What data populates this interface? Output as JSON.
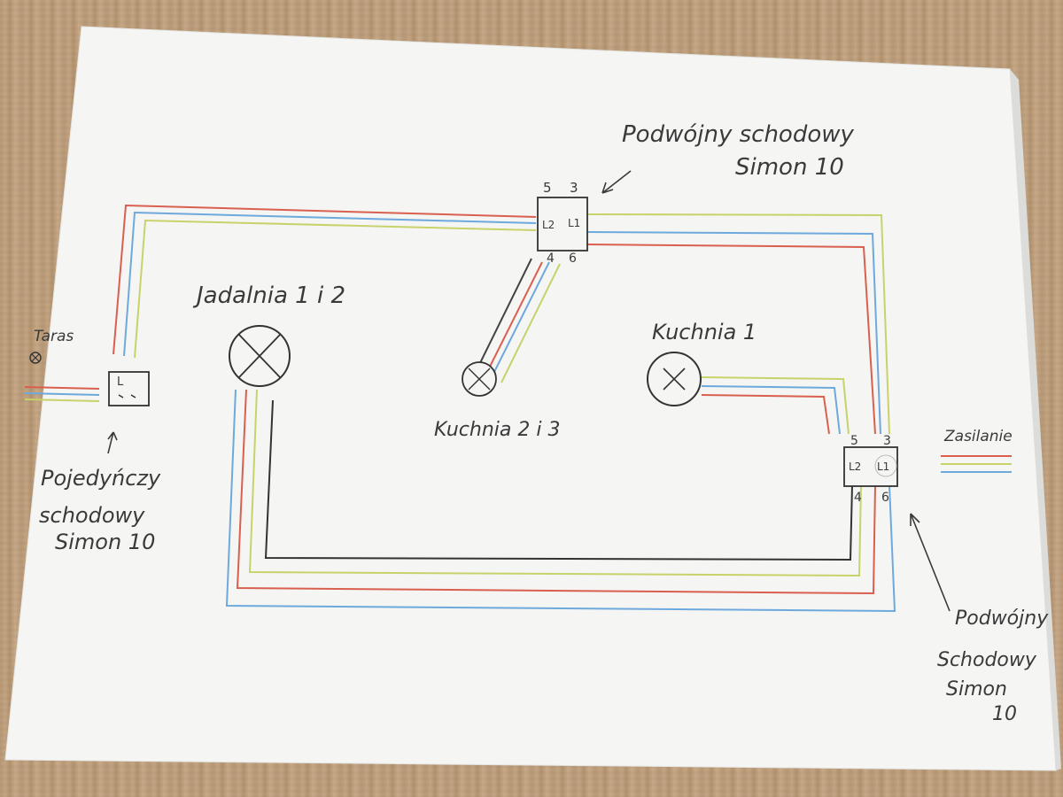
{
  "labels": {
    "top_switch_title_line1": "Podwójny schodowy",
    "top_switch_title_line2": "Simon 10",
    "dining_lamp": "Jadalnia 1 i 2",
    "kitchen1_lamp": "Kuchnia 1",
    "kitchen23_lamp": "Kuchnia 2 i 3",
    "left_ground": "Taras",
    "left_switch_line1": "Pojedyńczy",
    "left_switch_line2": "schodowy",
    "left_switch_line3": "Simon 10",
    "power": "Zasilanie",
    "right_switch_line1": "Podwójny",
    "right_switch_line2": "Schodowy",
    "right_switch_line3": "Simon",
    "right_switch_line4": "10"
  },
  "switches": {
    "top": {
      "t5": "5",
      "t3": "3",
      "t4": "4",
      "t6": "6",
      "l2": "L2",
      "l1": "L1"
    },
    "right": {
      "t5": "5",
      "t3": "3",
      "t4": "4",
      "t6": "6",
      "l2": "L2",
      "l1": "L1"
    },
    "left": {
      "l": "L"
    }
  },
  "colors": {
    "paper": "#f6f6f6",
    "red_wire": "#d9604f",
    "blue_wire": "#6ea9dd",
    "green_wire": "#c7d36a",
    "black_wire": "#333333",
    "pencil": "#3a3a3a"
  }
}
